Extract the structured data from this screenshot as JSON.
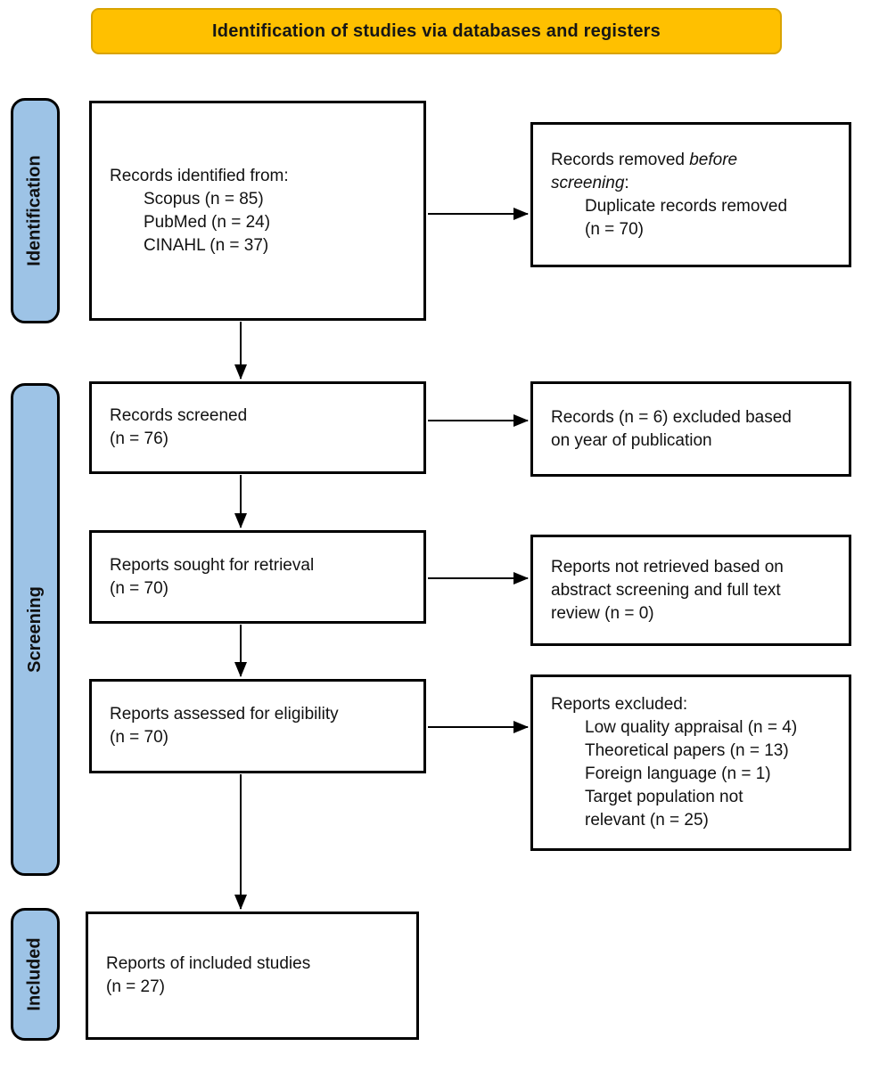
{
  "title_banner": {
    "text": "Identification of studies via databases and registers"
  },
  "stages": {
    "identification": "Identification",
    "screening": "Screening",
    "included": "Included"
  },
  "colors": {
    "background": "#FFFFFF",
    "banner_bg": "#FFC000",
    "banner_border": "#D9A300",
    "stage_bg": "#9DC3E6",
    "box_border": "#000000",
    "arrow": "#000000"
  },
  "boxes": {
    "records_identified": {
      "lines": [
        {
          "indent": 0,
          "runs": [
            {
              "text": "Records identified from:"
            }
          ]
        },
        {
          "indent": 1,
          "runs": [
            {
              "text": "Scopus (n = 85)"
            }
          ]
        },
        {
          "indent": 1,
          "runs": [
            {
              "text": "PubMed (n = 24)"
            }
          ]
        },
        {
          "indent": 1,
          "runs": [
            {
              "text": "CINAHL (n = 37)"
            }
          ]
        }
      ]
    },
    "records_removed": {
      "lines": [
        {
          "indent": 0,
          "runs": [
            {
              "text": "Records removed "
            },
            {
              "text": "before",
              "italic": true
            }
          ]
        },
        {
          "indent": 0,
          "runs": [
            {
              "text": "screening",
              "italic": true
            },
            {
              "text": ":"
            }
          ]
        },
        {
          "indent": 1,
          "runs": [
            {
              "text": "Duplicate records removed"
            }
          ]
        },
        {
          "indent": 1,
          "runs": [
            {
              "text": "(n = 70)"
            }
          ]
        }
      ]
    },
    "records_screened": {
      "lines": [
        {
          "indent": 0,
          "runs": [
            {
              "text": "Records screened"
            }
          ]
        },
        {
          "indent": 0,
          "runs": [
            {
              "text": "(n = 76)"
            }
          ]
        }
      ]
    },
    "records_excluded": {
      "lines": [
        {
          "indent": 0,
          "runs": [
            {
              "text": "Records (n = 6) excluded based"
            }
          ]
        },
        {
          "indent": 0,
          "runs": [
            {
              "text": "on year of publication"
            }
          ]
        }
      ]
    },
    "reports_sought": {
      "lines": [
        {
          "indent": 0,
          "runs": [
            {
              "text": "Reports sought for retrieval"
            }
          ]
        },
        {
          "indent": 0,
          "runs": [
            {
              "text": "(n = 70)"
            }
          ]
        }
      ]
    },
    "reports_not_retrieved": {
      "lines": [
        {
          "indent": 0,
          "runs": [
            {
              "text": "Reports not retrieved based on"
            }
          ]
        },
        {
          "indent": 0,
          "runs": [
            {
              "text": "abstract screening and full text"
            }
          ]
        },
        {
          "indent": 0,
          "runs": [
            {
              "text": "review (n = 0)"
            }
          ]
        }
      ]
    },
    "reports_assessed": {
      "lines": [
        {
          "indent": 0,
          "runs": [
            {
              "text": "Reports assessed for eligibility"
            }
          ]
        },
        {
          "indent": 0,
          "runs": [
            {
              "text": "(n = 70)"
            }
          ]
        }
      ]
    },
    "reports_excluded": {
      "lines": [
        {
          "indent": 0,
          "runs": [
            {
              "text": "Reports excluded:"
            }
          ]
        },
        {
          "indent": 1,
          "runs": [
            {
              "text": "Low quality appraisal (n = 4)"
            }
          ]
        },
        {
          "indent": 1,
          "runs": [
            {
              "text": "Theoretical papers (n = 13)"
            }
          ]
        },
        {
          "indent": 1,
          "runs": [
            {
              "text": "Foreign language (n = 1)"
            }
          ]
        },
        {
          "indent": 1,
          "runs": [
            {
              "text": "Target population not"
            }
          ]
        },
        {
          "indent": 1,
          "runs": [
            {
              "text": "relevant (n = 25)"
            }
          ]
        }
      ]
    },
    "reports_included": {
      "lines": [
        {
          "indent": 0,
          "runs": [
            {
              "text": "Reports of included studies"
            }
          ]
        },
        {
          "indent": 0,
          "runs": [
            {
              "text": "(n = 27)"
            }
          ]
        }
      ]
    }
  }
}
